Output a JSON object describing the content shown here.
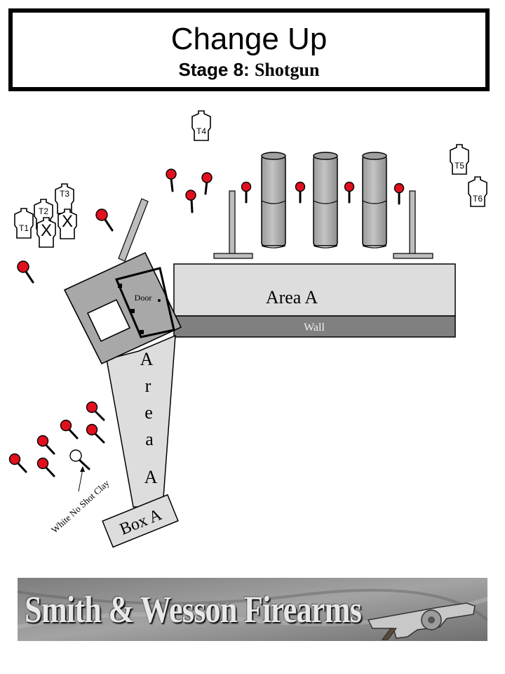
{
  "title": {
    "main": "Change Up",
    "stage_label": "Stage 8:",
    "stage_name": "Shotgun"
  },
  "targets": {
    "t1": "T1",
    "t2": "T2",
    "t3": "T3",
    "t4": "T4",
    "t5": "T5",
    "t6": "T6",
    "no_shoot_mark": "X"
  },
  "areas": {
    "area_a_horizontal": "Area A",
    "area_a_vertical": [
      "A",
      "r",
      "e",
      "a",
      "A"
    ],
    "wall": "Wall",
    "door": "Door",
    "box_a": "Box A"
  },
  "annotations": {
    "white_no_shot_clay": "White No Shot Clay"
  },
  "banner": {
    "text": "Smith & Wesson Firearms"
  },
  "colors": {
    "popper_red": "#e0101e",
    "area_fill": "#dddddd",
    "wall_fill": "#808080",
    "barrel_fill": "#b4b4b4",
    "banner_bg": "#8a8a8a"
  }
}
